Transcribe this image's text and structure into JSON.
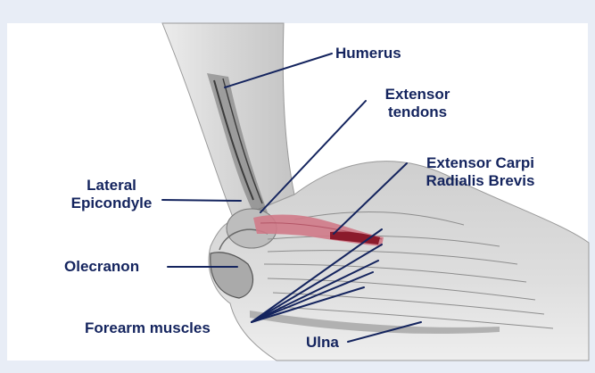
{
  "labels": {
    "humerus": "Humerus",
    "extensor_tendons": [
      "Extensor",
      "tendons"
    ],
    "ecrb": [
      "Extensor Carpi",
      "Radialis Brevis"
    ],
    "lateral_epicondyle": [
      "Lateral",
      "Epicondyle"
    ],
    "olecranon": "Olecranon",
    "forearm_muscles": "Forearm muscles",
    "ulna": "Ulna"
  },
  "colors": {
    "background": "#e8edf6",
    "panel": "#ffffff",
    "label_text": "#14245e",
    "leader_line": "#14245e",
    "tendon": "#d07a88",
    "ecrb_muscle": "#8b1a2c",
    "skin": "#dcdcdc",
    "bone_shadow": "#5a5a5a"
  }
}
